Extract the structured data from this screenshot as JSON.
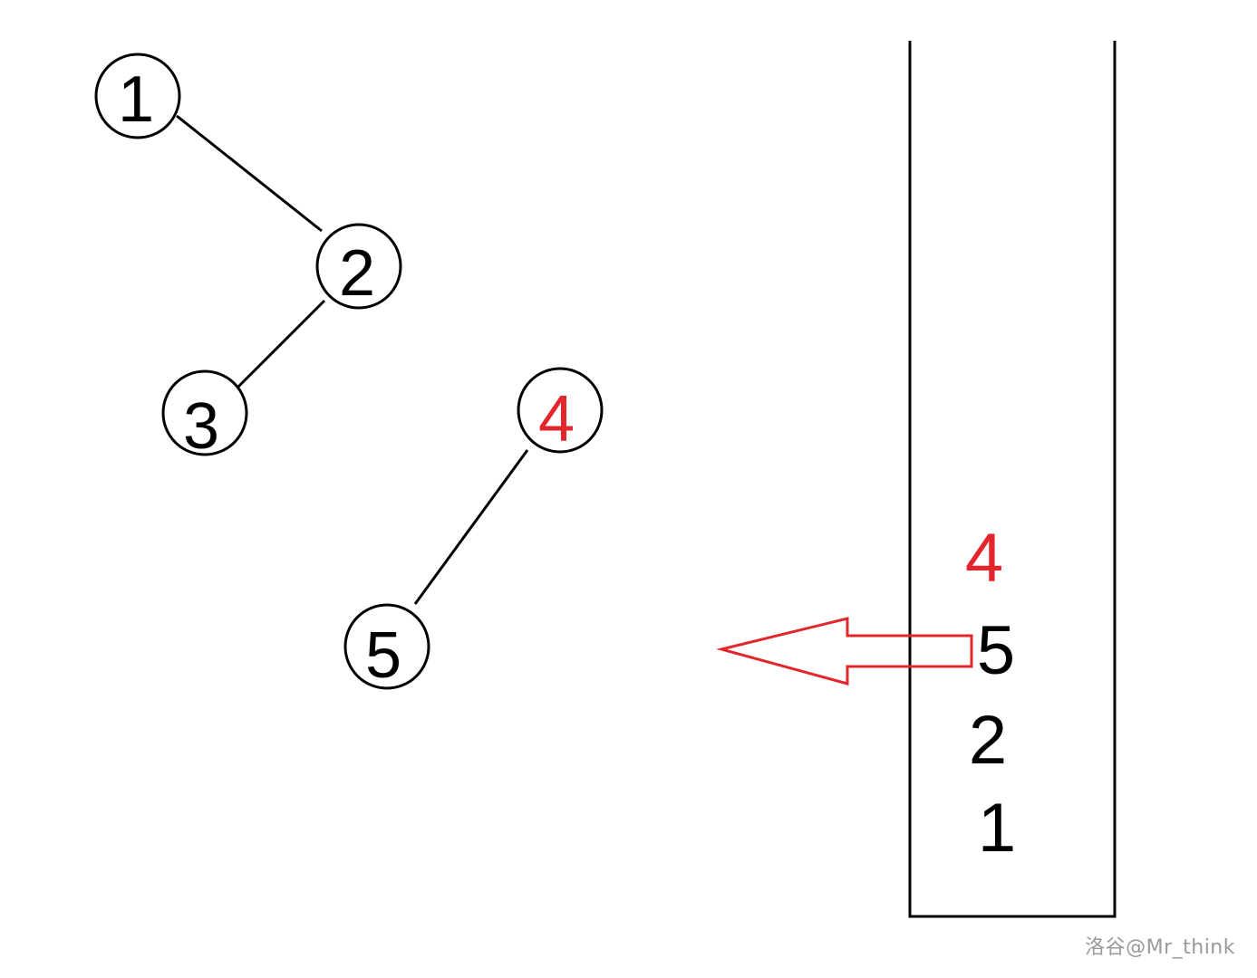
{
  "tree": {
    "nodes": [
      {
        "id": "n1",
        "label": "1",
        "color": "#000000"
      },
      {
        "id": "n2",
        "label": "2",
        "color": "#000000"
      },
      {
        "id": "n3",
        "label": "3",
        "color": "#000000"
      },
      {
        "id": "n4",
        "label": "4",
        "color": "#e3262c"
      },
      {
        "id": "n5",
        "label": "5",
        "color": "#000000"
      }
    ],
    "edges": [
      {
        "from": "1",
        "to": "2"
      },
      {
        "from": "2",
        "to": "3"
      },
      {
        "from": "4",
        "to": "5"
      }
    ]
  },
  "stack": {
    "items_top_to_bottom": [
      {
        "label": "4",
        "color": "#e3262c"
      },
      {
        "label": "5",
        "color": "#000000"
      },
      {
        "label": "2",
        "color": "#000000"
      },
      {
        "label": "1",
        "color": "#000000"
      }
    ]
  },
  "arrow": {
    "color": "#e3262c",
    "direction": "left",
    "points_to": "5"
  },
  "watermark": "洛谷@Mr_think"
}
